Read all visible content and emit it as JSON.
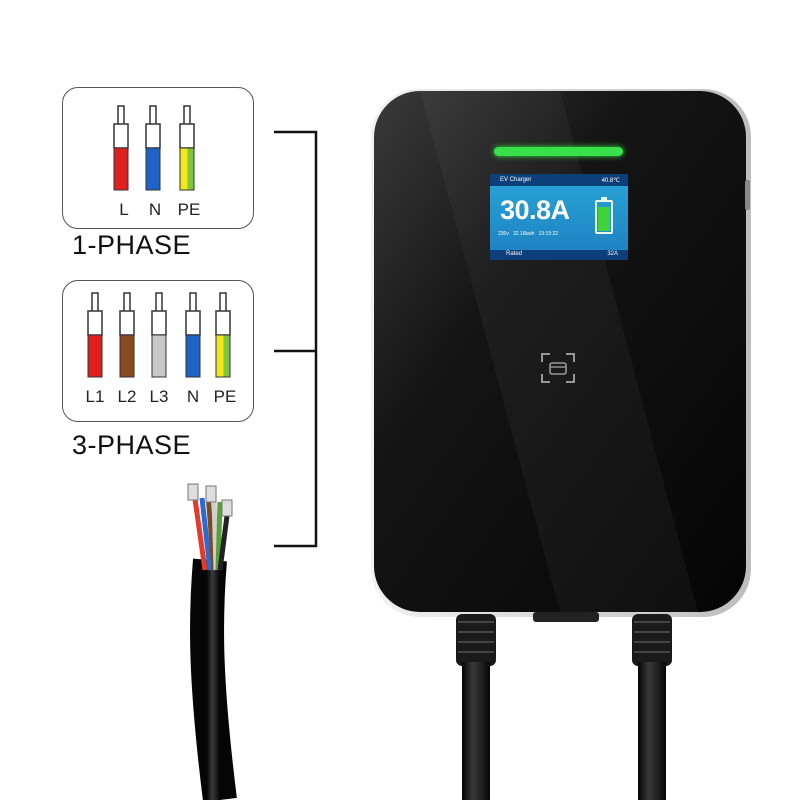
{
  "diagram": {
    "single_phase": {
      "title": "1-PHASE",
      "wires": [
        {
          "label": "L",
          "color": "#e01f1f"
        },
        {
          "label": "N",
          "color": "#1e63c8"
        },
        {
          "label": "PE",
          "color": "yellow-green"
        }
      ]
    },
    "three_phase": {
      "title": "3-PHASE",
      "wires": [
        {
          "label": "L1",
          "color": "#e01f1f"
        },
        {
          "label": "L2",
          "color": "#8a4a22"
        },
        {
          "label": "L3",
          "color": "#c8c8c8"
        },
        {
          "label": "N",
          "color": "#1e63c8"
        },
        {
          "label": "PE",
          "color": "yellow-green"
        }
      ]
    }
  },
  "charger": {
    "led_color": "#38e04a",
    "screen": {
      "title": "EV Charger",
      "temperature": "40.8℃",
      "current": "30.8A",
      "voltage": "230v",
      "energy": "32.16kwh",
      "time": "13:15:22",
      "rated_label": "Rated",
      "rated_value": "32A",
      "battery_level": 0.85
    },
    "rfid_icon": "rfid-card-icon"
  }
}
